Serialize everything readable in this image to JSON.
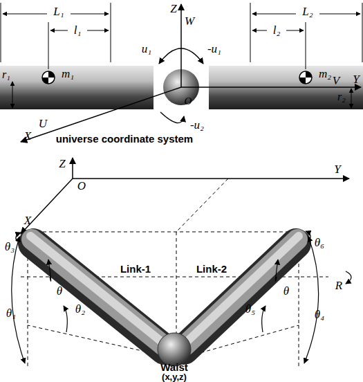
{
  "diagram": {
    "labels": [
      "L₁",
      "l₁",
      "Z",
      "W",
      "l₂",
      "L₂",
      "u₁",
      "-u₁",
      "m₁",
      "m₂",
      "V",
      "Y",
      "r₁",
      "O",
      "r₂",
      "-u₂",
      "U",
      "X",
      "universe coordinate system",
      "Z",
      "Y",
      "O",
      "X",
      "θ₃",
      "θ₆",
      "Link-1",
      "Link-2",
      "R",
      "θ₁",
      "θ",
      "θ₂",
      "θ",
      "θ₅",
      "θ₄",
      "Waist",
      "(x,y,z)"
    ]
  }
}
